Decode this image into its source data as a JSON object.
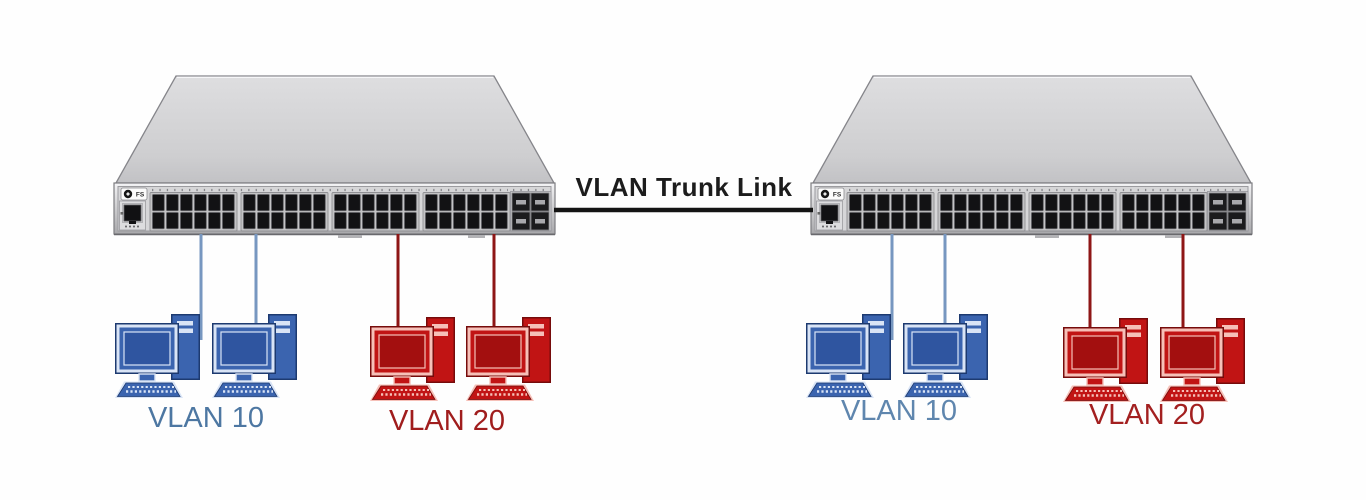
{
  "diagram": {
    "type": "network-topology",
    "trunk": {
      "label": "VLAN Trunk Link",
      "line_color": "#141414"
    },
    "switches": [
      {
        "position": "left",
        "logo": "FS",
        "ports_rj45": 48,
        "ports_sfp": 4
      },
      {
        "position": "right",
        "logo": "FS",
        "ports_rj45": 48,
        "ports_sfp": 4
      }
    ],
    "switch_logo": "FS",
    "colors": {
      "switch_body": "#d2d2d4",
      "vlan10_computer": "#3b64af",
      "vlan20_computer": "#c11414",
      "vlan10_label_left": "#4d77a2",
      "vlan10_label_right": "#5f86ae",
      "vlan20_label": "#a01d1d",
      "vlan10_link_line": "#7797c0",
      "vlan20_link_line": "#8e1616"
    },
    "groups": [
      {
        "switch": "left",
        "label": "VLAN 10",
        "computer_count": 2,
        "icon": "desktop-computer-icon",
        "color": "blue"
      },
      {
        "switch": "left",
        "label": "VLAN 20",
        "computer_count": 2,
        "icon": "desktop-computer-icon",
        "color": "red"
      },
      {
        "switch": "right",
        "label": "VLAN 10",
        "computer_count": 2,
        "icon": "desktop-computer-icon",
        "color": "blue"
      },
      {
        "switch": "right",
        "label": "VLAN 20",
        "computer_count": 2,
        "icon": "desktop-computer-icon",
        "color": "red"
      }
    ]
  }
}
